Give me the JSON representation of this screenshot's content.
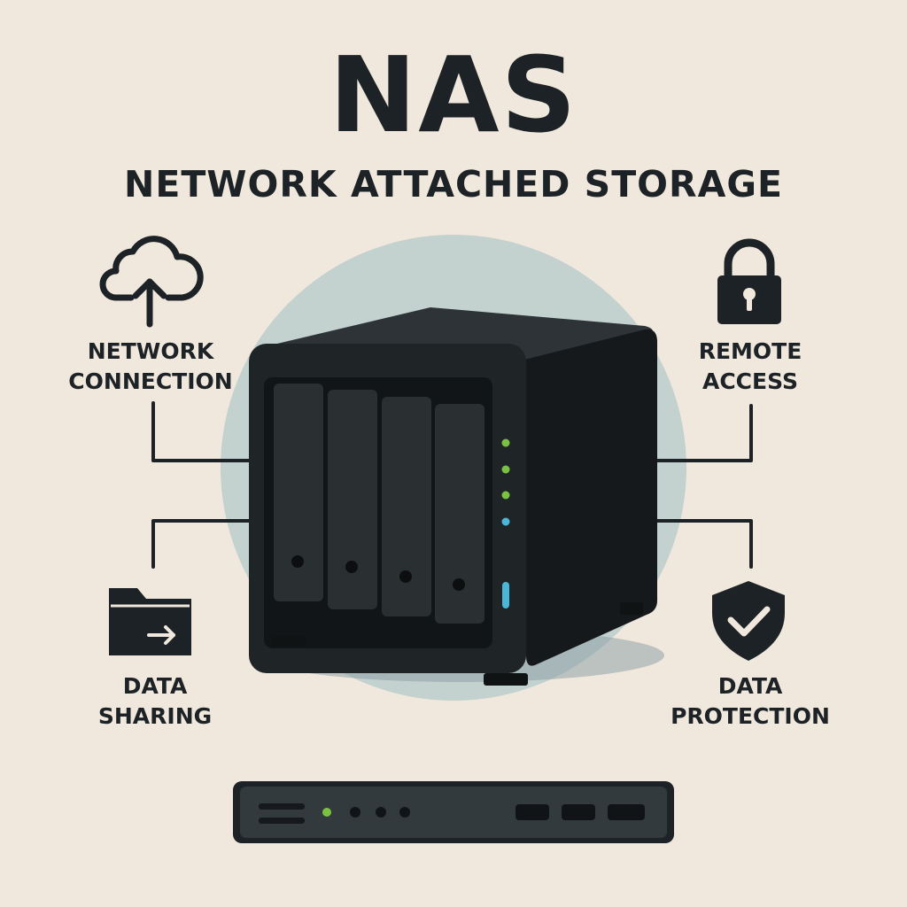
{
  "title": "NAS",
  "subtitle": "NETWORK ATTACHED STORAGE",
  "features": {
    "network_connection": {
      "line1": "NETWORK",
      "line2": "CONNECTION",
      "icon": "cloud-upload-icon"
    },
    "remote_access": {
      "line1": "REMOTE",
      "line2": "ACCESS",
      "icon": "lock-icon"
    },
    "data_sharing": {
      "line1": "DATA",
      "line2": "SHARING",
      "icon": "folder-arrow-icon"
    },
    "data_protection": {
      "line1": "DATA",
      "line2": "PROTECTION",
      "icon": "shield-check-icon"
    }
  },
  "device": {
    "drive_bays": 4,
    "status_leds": [
      "#7cc242",
      "#7cc242",
      "#7cc242",
      "#4ab7d8"
    ]
  },
  "colors": {
    "background": "#f1e8dd",
    "circle": "#c3d1cf",
    "device": "#1f2427",
    "text": "#1c2226",
    "led_green": "#7cc242",
    "led_blue": "#4ab7d8"
  }
}
